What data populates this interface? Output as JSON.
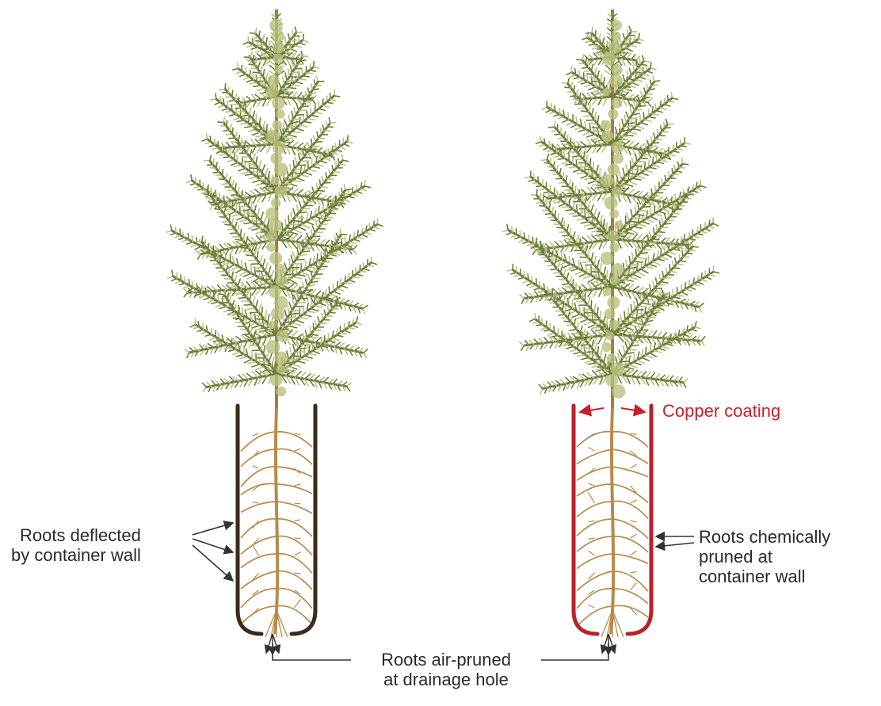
{
  "labels": {
    "copper_coating": "Copper coating",
    "deflected": [
      "Roots deflected",
      "by container wall"
    ],
    "chemically_pruned": [
      "Roots chemically",
      "pruned at",
      "container wall"
    ],
    "air_pruned": [
      "Roots air-pruned",
      "at drainage hole"
    ]
  },
  "colors": {
    "foliage_dark": "#6d7c3f",
    "foliage_light": "#b9c27e",
    "stem": "#a77b3a",
    "root": "#b98a4a",
    "container_plain": "#3a2a1a",
    "container_copper": "#b8222a",
    "copper_text": "#c9202a",
    "leader_line": "#333333"
  }
}
